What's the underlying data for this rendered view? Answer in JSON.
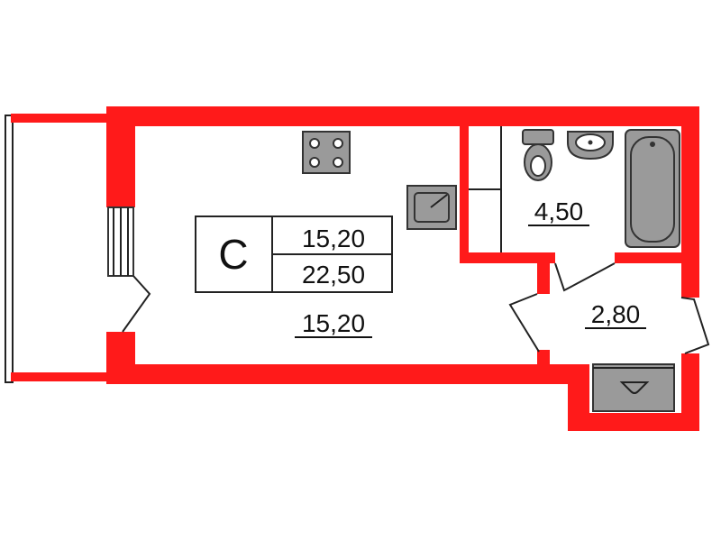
{
  "colors": {
    "wall": "#ff1a1a",
    "fixture": "#9a9a9a",
    "outline": "#222222"
  },
  "apartment": {
    "type_letter": "С",
    "living_area": "15,20",
    "total_area": "22,50"
  },
  "rooms": {
    "main_room_area": "15,20",
    "bathroom_area": "4,50",
    "hallway_area": "2,80"
  },
  "icons": [
    "stove-icon",
    "kitchen-sink-icon",
    "toilet-icon",
    "washbasin-icon",
    "bathtub-icon",
    "hallway-sink-icon"
  ]
}
